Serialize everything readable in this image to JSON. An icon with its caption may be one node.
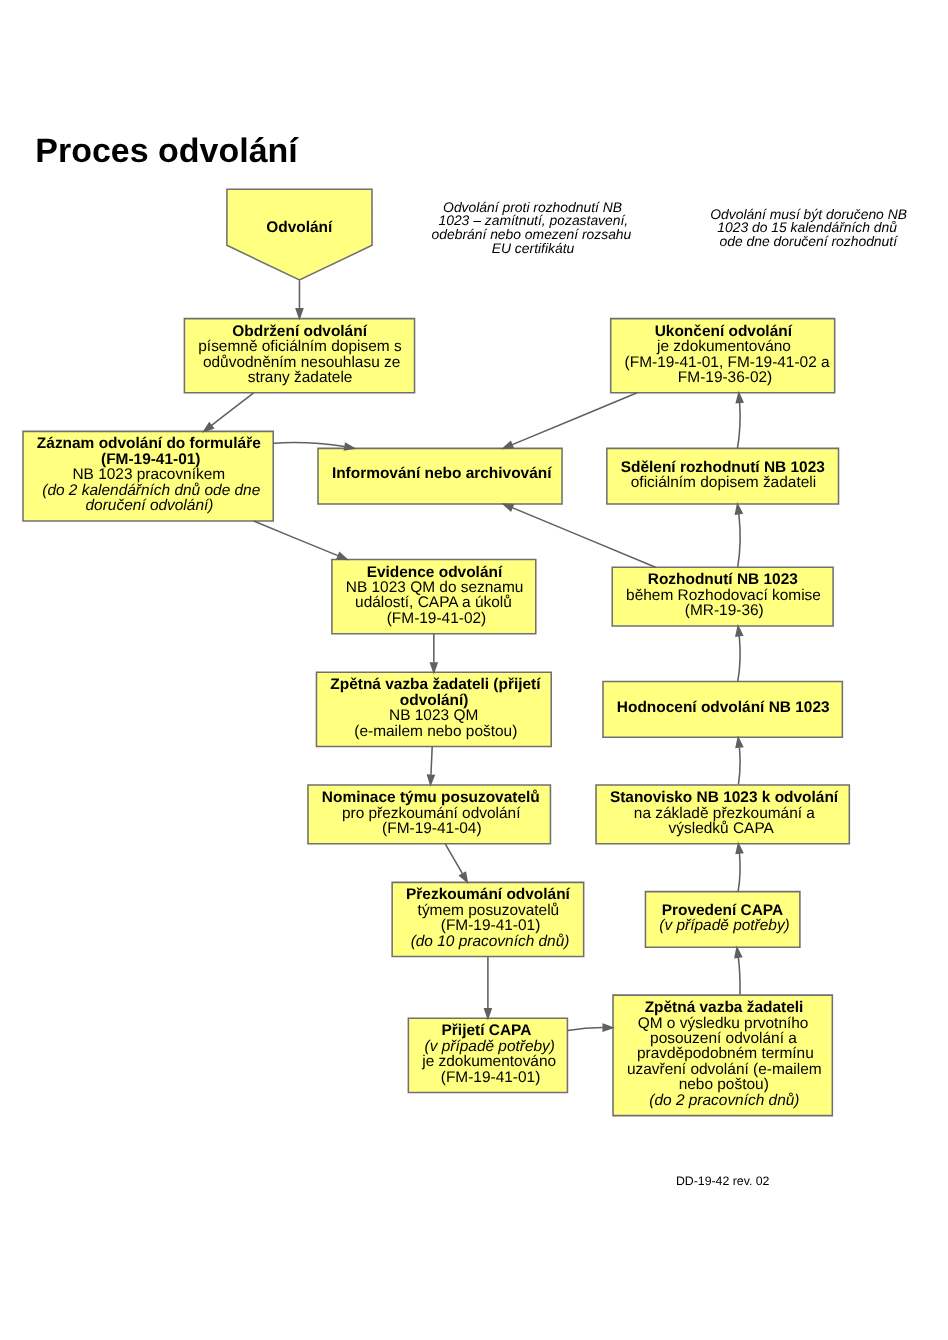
{
  "diagram": {
    "title": "Proces odvolání",
    "nodes": [
      {
        "text": [
          "Odvolání"
        ]
      },
      {
        "text": [
          "Obdržení odvolání",
          "písemně oficiálním dopisem s odůvodněním nesouhlasu ze strany žadatele"
        ]
      },
      {
        "text": [
          "Záznam odvolání do formuláře (FM-19-41-01)",
          "NB 1023 pracovníkem",
          "*(do 2 kalendářních dnů ode dne doručení odvolání)*"
        ]
      },
      {
        "text": [
          "Informování nebo archivování"
        ]
      },
      {
        "text": [
          "Ukončení odvolání",
          "je zdokumentováno (FM-19-41-01, FM-19-41-02 a FM-19-36-02)"
        ]
      },
      {
        "text": [
          "Sdělení rozhodnutí NB 1023",
          "oficiálním dopisem žadateli"
        ]
      },
      {
        "text": [
          "Evidence odvolání",
          "NB 1023 QM do seznamu událostí, CAPA a úkolů (FM-19-41-02)"
        ]
      },
      {
        "text": [
          "Rozhodnutí NB 1023",
          "během Rozhodovací komise (MR-19-36)"
        ]
      },
      {
        "text": [
          "Zpětná vazba žadateli (přijetí odvolání)",
          "NB 1023 QM",
          "(e-mailem nebo poštou)"
        ]
      },
      {
        "text": [
          "Hodnocení odvolání NB 1023"
        ]
      },
      {
        "text": [
          "Nominace týmu posuzovatelů",
          "pro přezkoumání odvolání (FM-19-41-04)"
        ]
      },
      {
        "text": [
          "Stanovisko NB 1023 k odvolání",
          "na základě přezkoumání a výsledků CAPA"
        ]
      },
      {
        "text": [
          "Přezkoumání odvolání",
          "týmem posuzovatelů (FM-19-41-01)",
          "*(do 10 pracovních dnů)*"
        ]
      },
      {
        "text": [
          "Provedení CAPA",
          "*(v případě potřeby)*"
        ]
      },
      {
        "text": [
          "Přijetí CAPA",
          "*(v případě potřeby)*",
          "je zdokumentováno (FM-19-41-01)"
        ]
      },
      {
        "text": [
          "Zpětná vazba žadateli",
          "QM o výsledku prvotního posouzení odvolání a pravděpodobném termínu uzavření odvolání (e-mailem nebo poštou)",
          "*(do 2 pracovních dnů)*"
        ]
      }
    ],
    "edges": [
      {
        "from": 0,
        "to": 1,
        "arrow": "to"
      },
      {
        "from": 1,
        "to": 2,
        "arrow": "to"
      },
      {
        "from": 2,
        "to": 3,
        "arrow": "to"
      },
      {
        "from": 2,
        "to": 6,
        "arrow": "to"
      },
      {
        "from": 4,
        "to": 3,
        "arrow": "to"
      },
      {
        "from": 5,
        "to": 4,
        "arrow": "to"
      },
      {
        "from": 7,
        "to": 3,
        "arrow": "to"
      },
      {
        "from": 7,
        "to": 5,
        "arrow": "to"
      },
      {
        "from": 6,
        "to": 8,
        "arrow": "to"
      },
      {
        "from": 8,
        "to": 10,
        "arrow": "to"
      },
      {
        "from": 10,
        "to": 12,
        "arrow": "to"
      },
      {
        "from": 12,
        "to": 14,
        "arrow": "to"
      },
      {
        "from": 14,
        "to": 15,
        "arrow": "to"
      },
      {
        "from": 15,
        "to": 13,
        "arrow": "to"
      },
      {
        "from": 13,
        "to": 11,
        "arrow": "to"
      },
      {
        "from": 11,
        "to": 9,
        "arrow": "to"
      },
      {
        "from": 9,
        "to": 7,
        "arrow": "to"
      }
    ],
    "labels": [
      "Odvolání proti rozhodnutí NB 1023 – zamítnutí, pozastavení, odebrání nebo omezení rozsahu EU certifikátu",
      "Odvolání musí být doručeno NB 1023 do 15 kalendářních dnů ode dne doručení rozhodnutí",
      "DD-19-42 rev. 02"
    ]
  }
}
